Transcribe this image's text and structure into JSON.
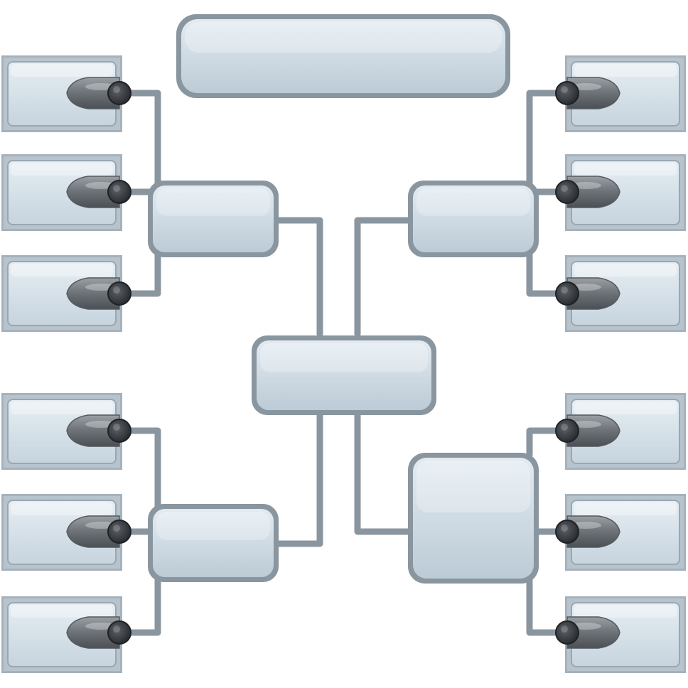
{
  "diagram": {
    "kind": "hierarchy-tree",
    "colors": {
      "box_fill": "#c9d6e0",
      "box_fill_light": "#dbe5ec",
      "box_border": "#8a969f",
      "connector": "#8a969f",
      "plug_body": "#7c8287",
      "plug_end": "#3c4044",
      "background": "#ffffff"
    },
    "title_box": {
      "text": ""
    },
    "central_node": {
      "text": ""
    },
    "branches": [
      {
        "id": "top-left",
        "label": "",
        "leaves": [
          "",
          "",
          ""
        ]
      },
      {
        "id": "top-right",
        "label": "",
        "leaves": [
          "",
          "",
          ""
        ]
      },
      {
        "id": "bottom-left",
        "label": "",
        "leaves": [
          "",
          "",
          ""
        ]
      },
      {
        "id": "bottom-right",
        "label": "",
        "leaves": [
          "",
          "",
          ""
        ]
      }
    ],
    "connector_icon": "plug-connector-icon"
  }
}
